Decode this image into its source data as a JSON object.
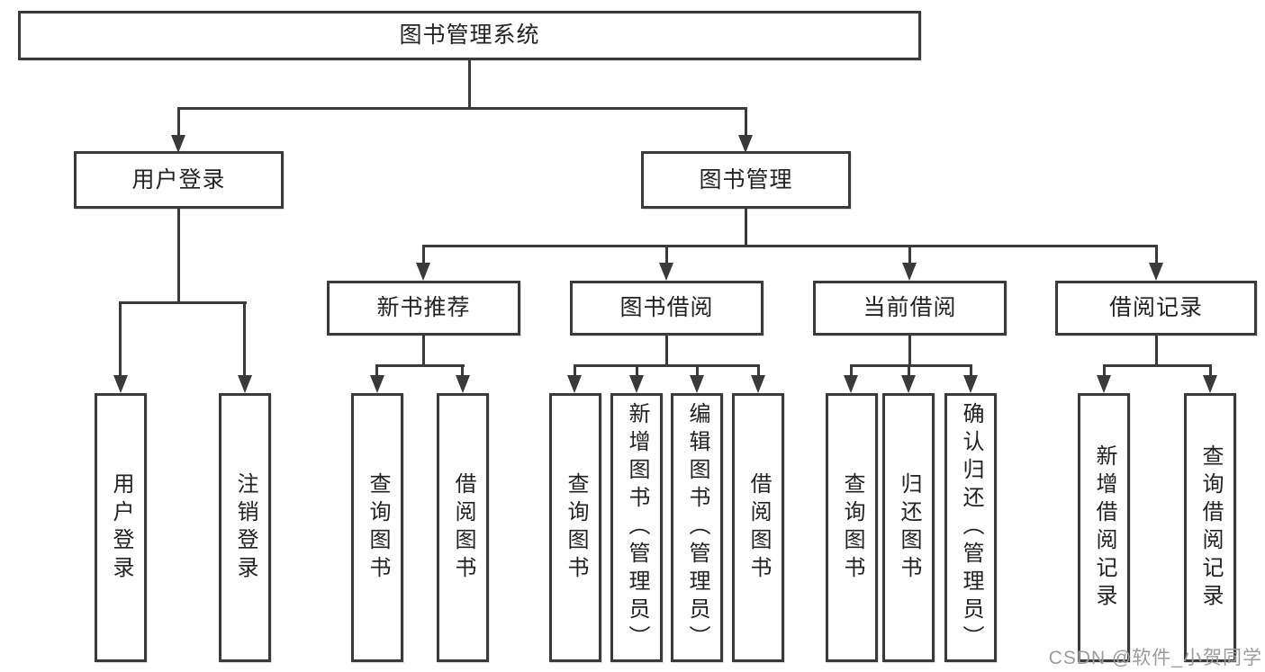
{
  "watermark": "CSDN @软件_小贺同学",
  "colors": {
    "line": "#3a3a3a",
    "text": "#222222",
    "watermark": "#9b9b9b",
    "background": "#ffffff"
  },
  "tree": {
    "root": {
      "label": "图书管理系统"
    },
    "children": [
      {
        "label": "用户登录",
        "children": [
          {
            "label": "用户登录"
          },
          {
            "label": "注销登录"
          }
        ]
      },
      {
        "label": "图书管理",
        "children": [
          {
            "label": "新书推荐",
            "children": [
              {
                "label": "查询图书"
              },
              {
                "label": "借阅图书"
              }
            ]
          },
          {
            "label": "图书借阅",
            "children": [
              {
                "label": "查询图书"
              },
              {
                "label": "新增图书（管理员）"
              },
              {
                "label": "编辑图书（管理员）"
              },
              {
                "label": "借阅图书"
              }
            ]
          },
          {
            "label": "当前借阅",
            "children": [
              {
                "label": "查询图书"
              },
              {
                "label": "归还图书"
              },
              {
                "label": "确认归还（管理员）"
              }
            ]
          },
          {
            "label": "借阅记录",
            "children": [
              {
                "label": "新增借阅记录"
              },
              {
                "label": "查询借阅记录"
              }
            ]
          }
        ]
      }
    ]
  }
}
